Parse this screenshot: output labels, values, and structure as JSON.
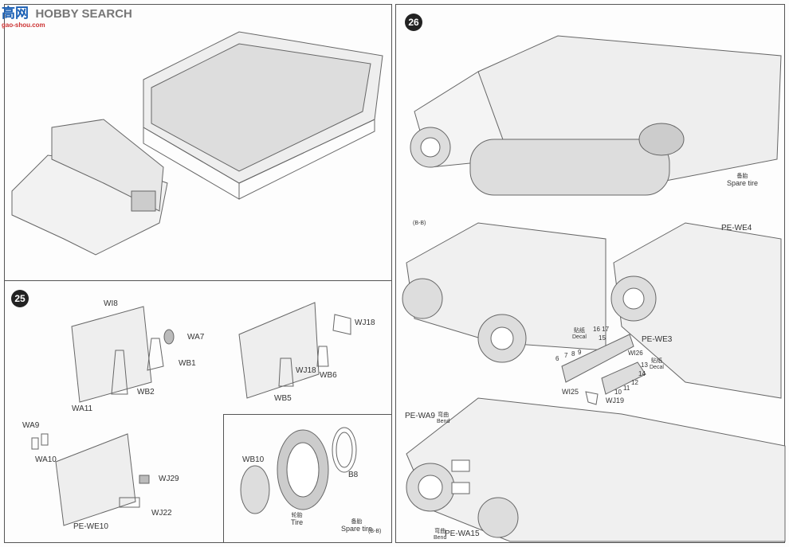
{
  "watermark": {
    "cn": "高网",
    "brand": "HOBBY SEARCH",
    "url": "gao-shou.com"
  },
  "step25": {
    "number": "25",
    "labels": [
      "WI8",
      "WA7",
      "WB1",
      "WB2",
      "WA11",
      "WA9",
      "WA10",
      "WJ29",
      "WJ22",
      "PE-WE10",
      "WJ18",
      "WJ18",
      "WB6",
      "WB5"
    ],
    "inset": {
      "wb10": "WB10",
      "b8": "B8",
      "tire_cn": "轮胎",
      "tire": "Tire",
      "spare_cn": "备胎",
      "spare": "Spare tire",
      "view": "(B-B)"
    }
  },
  "step26": {
    "number": "26",
    "spare_cn": "备胎",
    "spare": "Spare tire",
    "view": "(B-B)",
    "pe_we4": "PE-WE4",
    "pe_we3": "PE-WE3",
    "decal_cn": "贴纸",
    "decal": "Decal",
    "nums": [
      "16 17",
      "15",
      "6",
      "7",
      "8",
      "9",
      "WI26",
      "13",
      "14",
      "12",
      "11",
      "10",
      "WI25",
      "WJ19"
    ],
    "pe_wa9": "PE-WA9",
    "bend_cn": "弯曲",
    "bend": "Bend",
    "pe_wa15": "PE-WA15"
  },
  "colors": {
    "line": "#555555",
    "paper": "#fdfdfd"
  }
}
